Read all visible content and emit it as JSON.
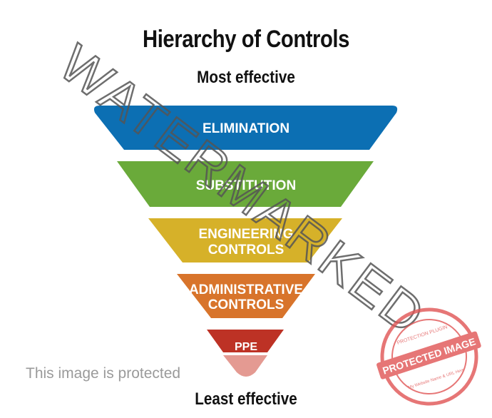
{
  "title": "Hierarchy of Controls",
  "top_label": "Most effective",
  "bottom_label": "Least effective",
  "layers": [
    {
      "line1": "ELIMINATION",
      "line2": "",
      "color": "#0c6fb3"
    },
    {
      "line1": "SUBSTITUTION",
      "line2": "",
      "color": "#6aaa3a"
    },
    {
      "line1": "ENGINEERING",
      "line2": "CONTROLS",
      "color": "#d6b129"
    },
    {
      "line1": "ADMINISTRATIVE",
      "line2": "CONTROLS",
      "color": "#d8742b"
    },
    {
      "line1": "PPE",
      "line2": "",
      "color": "#bd3225"
    }
  ],
  "tip_color": "#e49a92",
  "watermark": {
    "main": "WATERMARKED",
    "protected_notice": "This image is protected",
    "stamp_line1": "PROTECTED IMAGE",
    "stamp_line2": "PROTECTION PLUGIN",
    "stamp_line3": "My Website Name & URL Here",
    "stamp_color": "#e05555"
  }
}
